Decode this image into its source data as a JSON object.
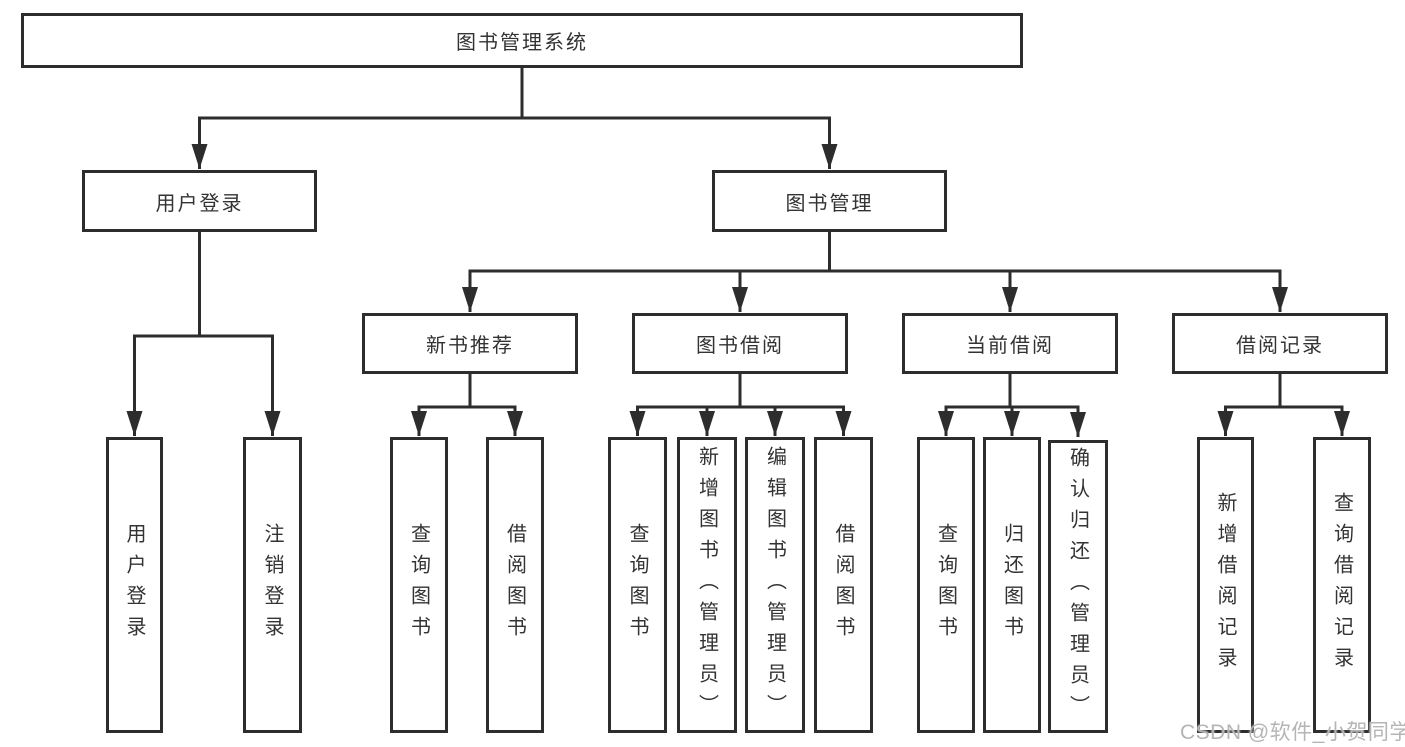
{
  "diagram_title": "图书管理系统",
  "tree": {
    "root": "图书管理系统",
    "children": [
      {
        "label": "用户登录",
        "children": [
          {
            "label": "用户登录"
          },
          {
            "label": "注销登录"
          }
        ]
      },
      {
        "label": "图书管理",
        "children": [
          {
            "label": "新书推荐",
            "children": [
              {
                "label": "查询图书"
              },
              {
                "label": "借阅图书"
              }
            ]
          },
          {
            "label": "图书借阅",
            "children": [
              {
                "label": "查询图书"
              },
              {
                "label": "新增图书（管理员）"
              },
              {
                "label": "编辑图书（管理员）"
              },
              {
                "label": "借阅图书"
              }
            ]
          },
          {
            "label": "当前借阅",
            "children": [
              {
                "label": "查询图书"
              },
              {
                "label": "归还图书"
              },
              {
                "label": "确认归还（管理员）"
              }
            ]
          },
          {
            "label": "借阅记录",
            "children": [
              {
                "label": "新增借阅记录"
              },
              {
                "label": "查询借阅记录"
              }
            ]
          }
        ]
      }
    ]
  },
  "watermark": "CSDN @软件_小贺同学",
  "colors": {
    "line": "#2d2d2d",
    "box_border": "#2d2d2d",
    "text": "#333333",
    "background": "#ffffff",
    "watermark": "#b5b5b5"
  }
}
